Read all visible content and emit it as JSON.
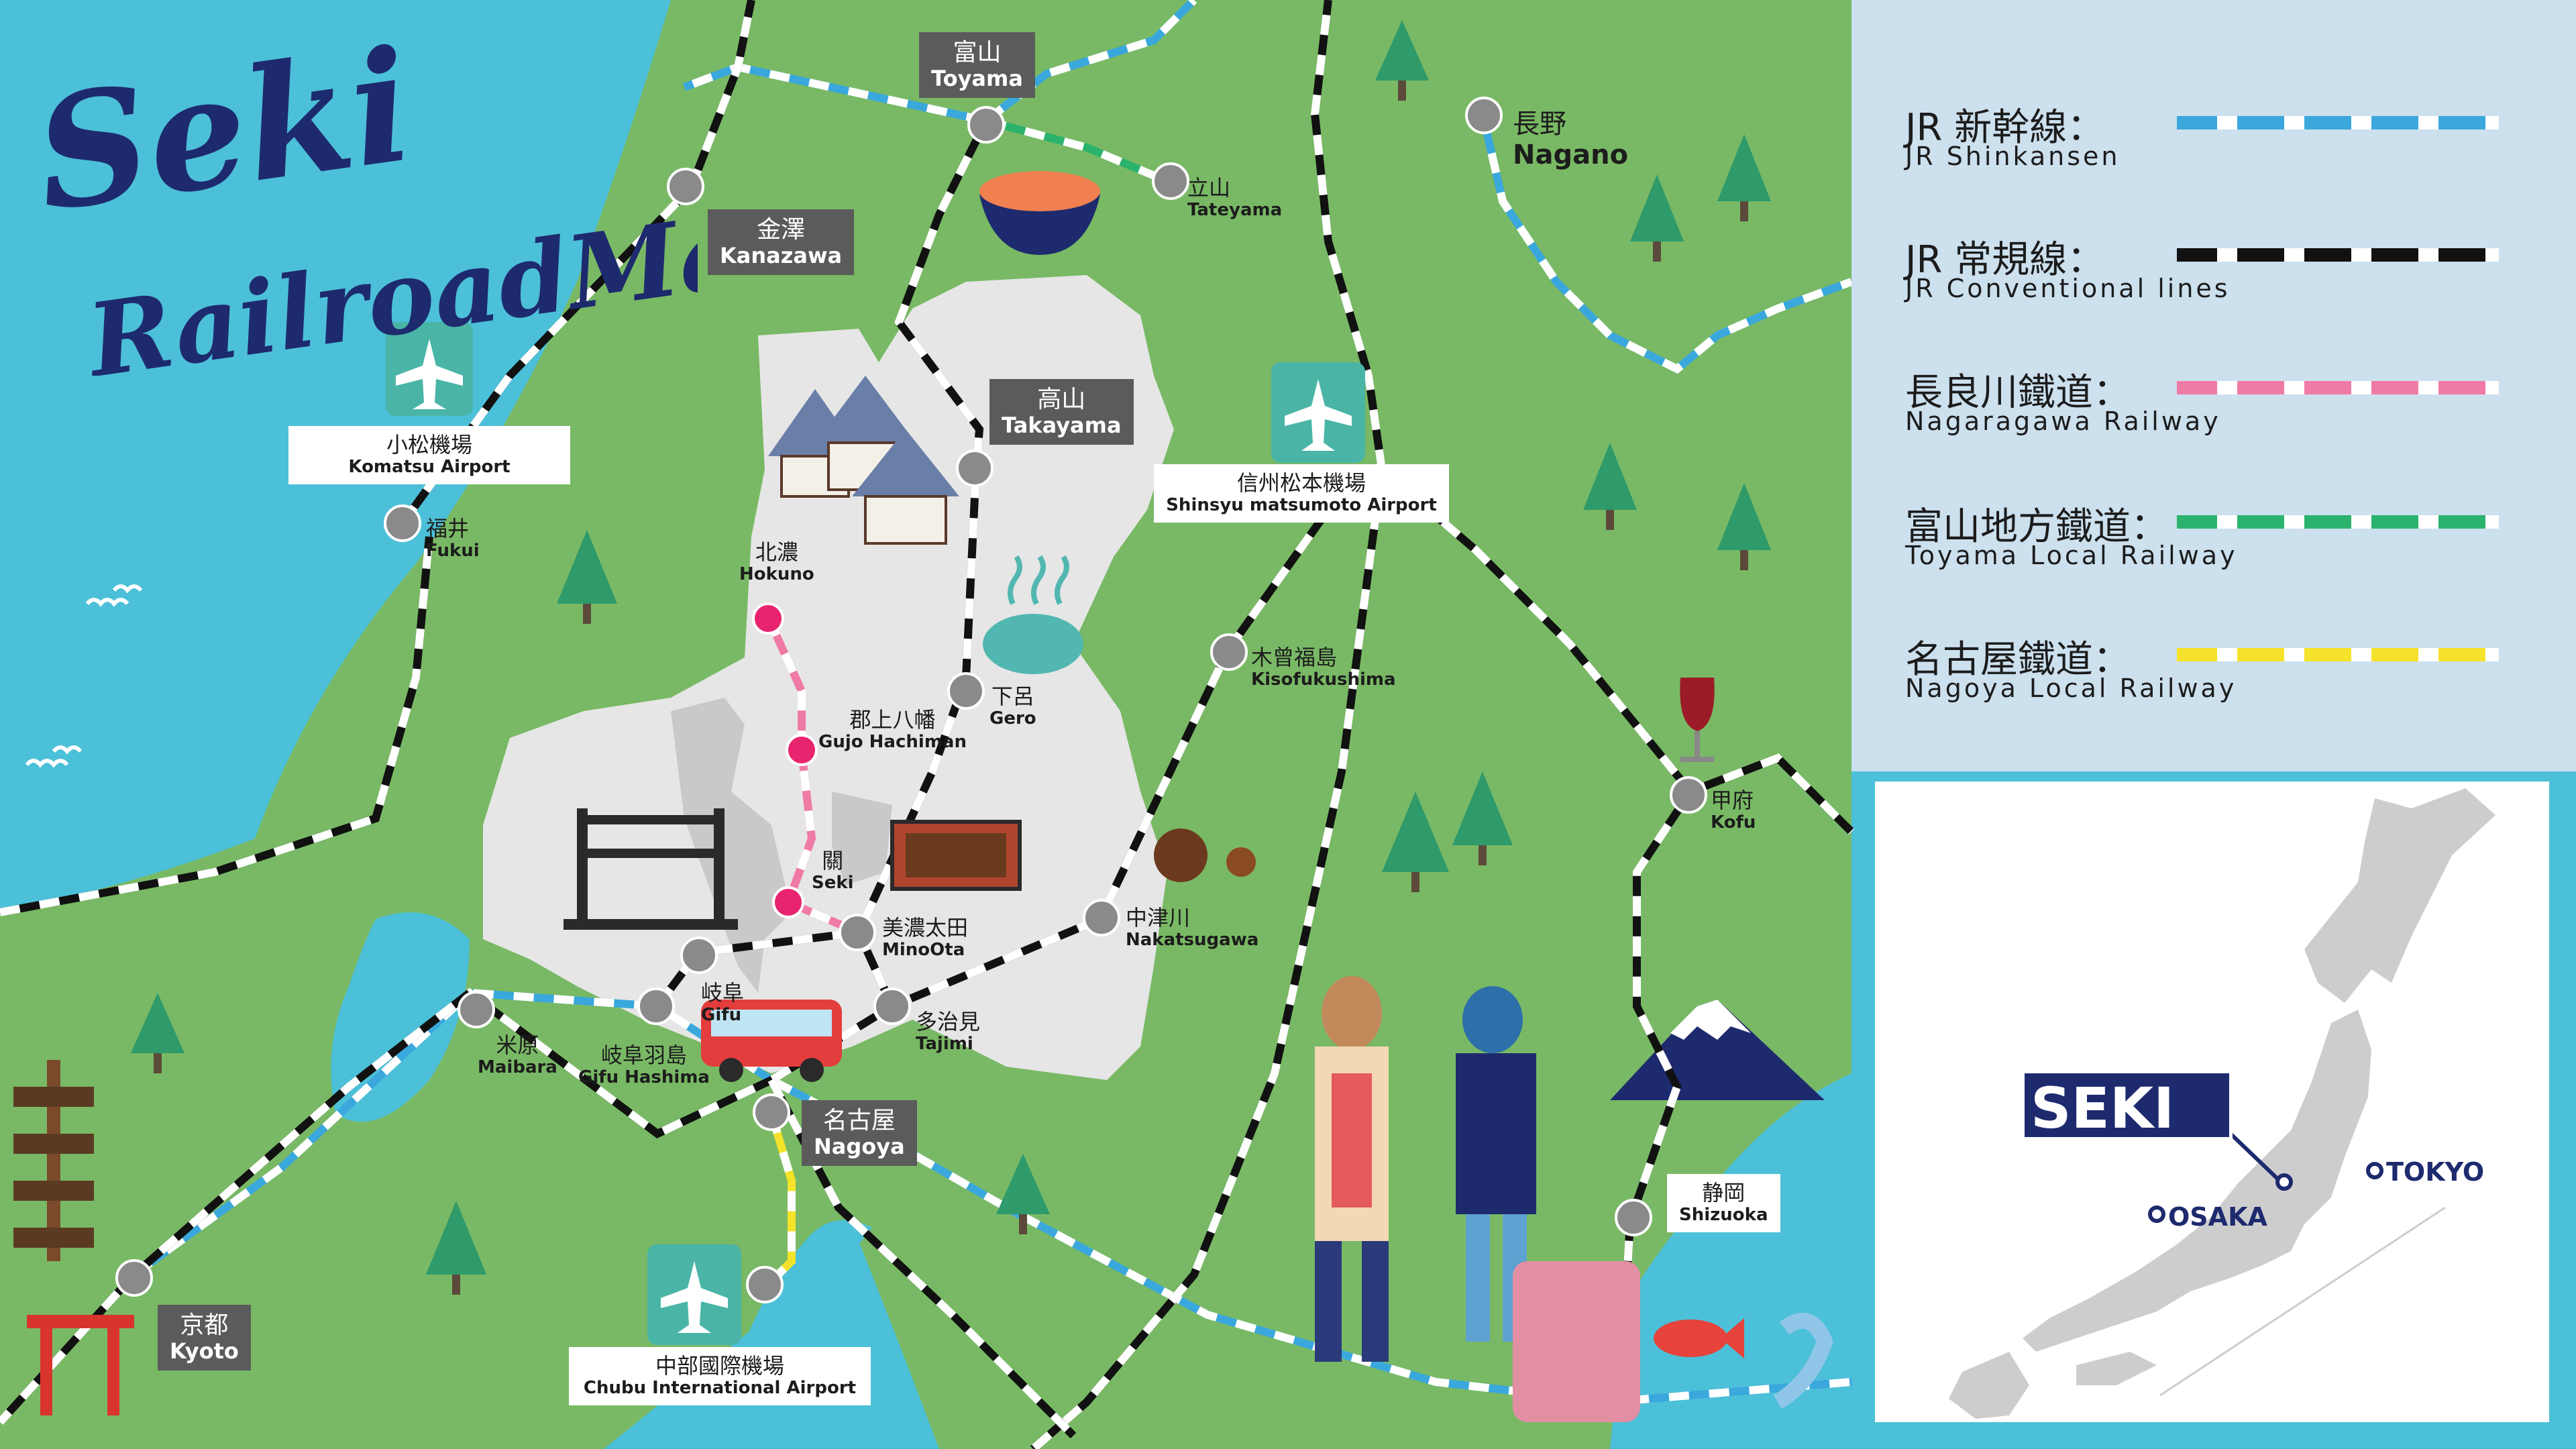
{
  "title": {
    "line1": "Seki",
    "line2": "RailroadMap"
  },
  "colors": {
    "sea": "#4cc0d8",
    "land": "#79b965",
    "gifu": "#e6e6e6",
    "shinkansen": "#3aa8dc",
    "conventional": "#111111",
    "nagaragawa": "#f07aa6",
    "toyama_local": "#2bb36d",
    "nagoya_local": "#f5e22a",
    "navy": "#1e2a6e"
  },
  "stations": {
    "toyama": {
      "jp": "富山",
      "en": "Toyama"
    },
    "nagano": {
      "jp": "長野",
      "en": "Nagano"
    },
    "tateyama": {
      "jp": "立山",
      "en": "Tateyama"
    },
    "kanazawa": {
      "jp": "金澤",
      "en": "Kanazawa"
    },
    "takayama": {
      "jp": "高山",
      "en": "Takayama"
    },
    "fukui": {
      "jp": "福井",
      "en": "Fukui"
    },
    "hokuno": {
      "jp": "北濃",
      "en": "Hokuno"
    },
    "gujo": {
      "jp": "郡上八幡",
      "en": "Gujo Hachiman"
    },
    "gero": {
      "jp": "下呂",
      "en": "Gero"
    },
    "kisofukushima": {
      "jp": "木曾福島",
      "en": "Kisofukushima"
    },
    "kofu": {
      "jp": "甲府",
      "en": "Kofu"
    },
    "seki": {
      "jp": "關",
      "en": "Seki"
    },
    "minoota": {
      "jp": "美濃太田",
      "en": "MinoOta"
    },
    "nakatsugawa": {
      "jp": "中津川",
      "en": "Nakatsugawa"
    },
    "gifu": {
      "jp": "岐阜",
      "en": "Gifu"
    },
    "maibara": {
      "jp": "米原",
      "en": "Maibara"
    },
    "gifuhashima": {
      "jp": "岐阜羽島",
      "en": "Gifu Hashima"
    },
    "tajimi": {
      "jp": "多治見",
      "en": "Tajimi"
    },
    "nagoya": {
      "jp": "名古屋",
      "en": "Nagoya"
    },
    "kyoto": {
      "jp": "京都",
      "en": "Kyoto"
    },
    "shizuoka": {
      "jp": "静岡",
      "en": "Shizuoka"
    }
  },
  "airports": {
    "komatsu": {
      "jp": "小松機場",
      "en": "Komatsu Airport"
    },
    "matsumoto": {
      "jp": "信州松本機場",
      "en": "Shinsyu matsumoto Airport"
    },
    "chubu": {
      "jp": "中部國際機場",
      "en": "Chubu International Airport"
    }
  },
  "legend": [
    {
      "jp": "JR 新幹線：",
      "en": "JR Shinkansen",
      "color": "#3aa8dc"
    },
    {
      "jp": "JR 常規線：",
      "en": "JR Conventional lines",
      "color": "#111111"
    },
    {
      "jp": "長良川鐵道：",
      "en": "Nagaragawa Railway",
      "color": "#f07aa6"
    },
    {
      "jp": "富山地方鐵道：",
      "en": "Toyama Local Railway",
      "color": "#2bb36d"
    },
    {
      "jp": "名古屋鐵道：",
      "en": "Nagoya Local Railway",
      "color": "#f5e22a"
    }
  ],
  "inset": {
    "seki": "SEKI",
    "tokyo": "TOKYO",
    "osaka": "OSAKA"
  }
}
